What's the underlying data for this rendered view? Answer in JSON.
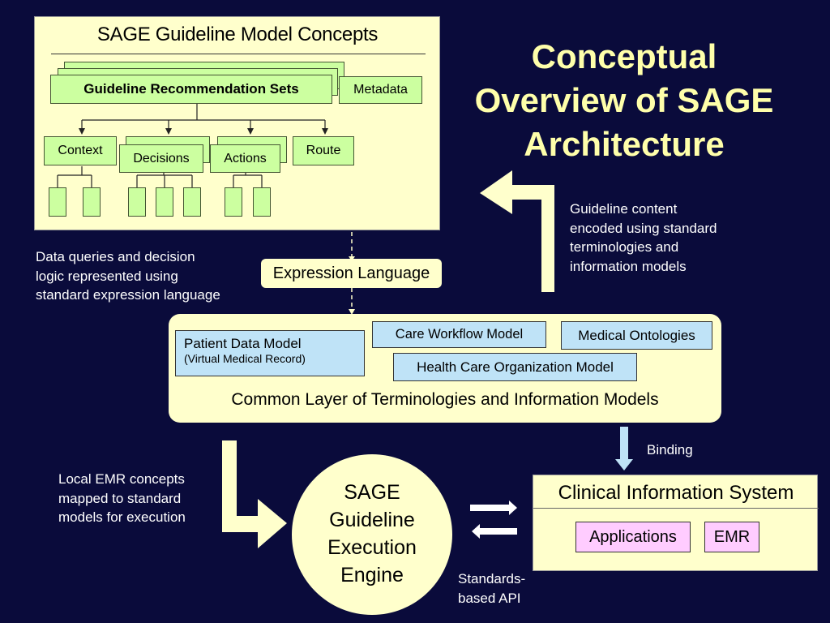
{
  "title": [
    "Conceptual",
    "Overview of SAGE",
    "Architecture"
  ],
  "concepts": {
    "heading": "SAGE Guideline Model Concepts",
    "recommendation_sets": "Guideline Recommendation Sets",
    "metadata": "Metadata",
    "context": "Context",
    "decisions": "Decisions",
    "actions": "Actions",
    "route": "Route"
  },
  "expression_language": "Expression Language",
  "notes": {
    "data_queries": [
      "Data queries and decision",
      "logic represented using",
      "standard expression language"
    ],
    "guideline_content": [
      "Guideline content",
      "encoded using standard",
      "terminologies and",
      "information models"
    ],
    "local_emr": [
      "Local EMR concepts",
      "mapped to standard",
      "models for execution"
    ],
    "binding": "Binding",
    "standards_api": [
      "Standards-",
      "based API"
    ]
  },
  "common_layer": {
    "patient_data_model": "Patient Data Model",
    "virtual_medical_record": "(Virtual Medical Record)",
    "care_workflow_model": "Care Workflow Model",
    "medical_ontologies": "Medical Ontologies",
    "health_care_org_model": "Health Care Organization Model",
    "label": "Common Layer of Terminologies and Information Models"
  },
  "engine": [
    "SAGE",
    "Guideline",
    "Execution",
    "Engine"
  ],
  "clinical_system": {
    "title": "Clinical Information System",
    "applications": "Applications",
    "emr": "EMR"
  },
  "colors": {
    "background": "#0a0b3b",
    "cream": "#ffffcc",
    "green_box": "#ccffa0",
    "blue_box": "#bfe3f7",
    "pink_box": "#ffccff",
    "title_yellow": "#ffffaa"
  }
}
